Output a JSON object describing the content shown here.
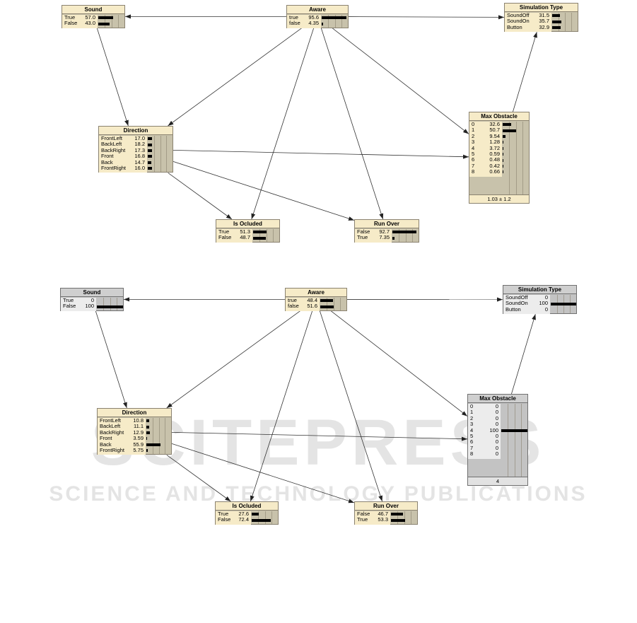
{
  "watermark": {
    "main": "SCITEPRESS",
    "sub": "SCIENCE AND TECHNOLOGY PUBLICATIONS"
  },
  "top": {
    "sound": {
      "title": "Sound",
      "states": [
        {
          "label": "True",
          "value": "57.0",
          "p": 57.0
        },
        {
          "label": "False",
          "value": "43.0",
          "p": 43.0
        }
      ]
    },
    "aware": {
      "title": "Aware",
      "states": [
        {
          "label": "true",
          "value": "95.6",
          "p": 95.6
        },
        {
          "label": "false",
          "value": "4.35",
          "p": 4.35
        }
      ]
    },
    "simtype": {
      "title": "Simulation Type",
      "states": [
        {
          "label": "SoundOff",
          "value": "31.5",
          "p": 31.5
        },
        {
          "label": "SoundOn",
          "value": "35.7",
          "p": 35.7
        },
        {
          "label": "Button",
          "value": "32.9",
          "p": 32.9
        }
      ]
    },
    "direction": {
      "title": "Direction",
      "states": [
        {
          "label": "FrontLeft",
          "value": "17.0",
          "p": 17.0
        },
        {
          "label": "BackLeft",
          "value": "18.2",
          "p": 18.2
        },
        {
          "label": "BackRight",
          "value": "17.3",
          "p": 17.3
        },
        {
          "label": "Front",
          "value": "16.8",
          "p": 16.8
        },
        {
          "label": "Back",
          "value": "14.7",
          "p": 14.7
        },
        {
          "label": "FrontRight",
          "value": "16.0",
          "p": 16.0
        }
      ]
    },
    "maxobstacle": {
      "title": "Max Obstacle",
      "states": [
        {
          "label": "0",
          "value": "32.6",
          "p": 32.6
        },
        {
          "label": "1",
          "value": "50.7",
          "p": 50.7
        },
        {
          "label": "2",
          "value": "9.54",
          "p": 9.54
        },
        {
          "label": "3",
          "value": "1.28",
          "p": 1.28
        },
        {
          "label": "4",
          "value": "3.72",
          "p": 3.72
        },
        {
          "label": "5",
          "value": "0.59",
          "p": 0.59
        },
        {
          "label": "6",
          "value": "0.48",
          "p": 0.48
        },
        {
          "label": "7",
          "value": "0.42",
          "p": 0.42
        },
        {
          "label": "8",
          "value": "0.66",
          "p": 0.66
        }
      ],
      "footer": "1.03 ± 1.2"
    },
    "isocluded": {
      "title": "Is Ocluded",
      "states": [
        {
          "label": "True",
          "value": "51.3",
          "p": 51.3
        },
        {
          "label": "False",
          "value": "48.7",
          "p": 48.7
        }
      ]
    },
    "runover": {
      "title": "Run Over",
      "states": [
        {
          "label": "False",
          "value": "92.7",
          "p": 92.7
        },
        {
          "label": "True",
          "value": "7.35",
          "p": 7.35
        }
      ]
    }
  },
  "bottom": {
    "sound": {
      "title": "Sound",
      "states": [
        {
          "label": "True",
          "value": "0",
          "p": 0
        },
        {
          "label": "False",
          "value": "100",
          "p": 100
        }
      ]
    },
    "aware": {
      "title": "Aware",
      "states": [
        {
          "label": "true",
          "value": "48.4",
          "p": 48.4
        },
        {
          "label": "false",
          "value": "51.6",
          "p": 51.6
        }
      ]
    },
    "simtype": {
      "title": "Simulation Type",
      "states": [
        {
          "label": "SoundOff",
          "value": "0",
          "p": 0
        },
        {
          "label": "SoundOn",
          "value": "100",
          "p": 100
        },
        {
          "label": "Button",
          "value": "0",
          "p": 0
        }
      ]
    },
    "direction": {
      "title": "Direction",
      "states": [
        {
          "label": "FrontLeft",
          "value": "10.8",
          "p": 10.8
        },
        {
          "label": "BackLeft",
          "value": "11.1",
          "p": 11.1
        },
        {
          "label": "BackRight",
          "value": "12.9",
          "p": 12.9
        },
        {
          "label": "Front",
          "value": "3.59",
          "p": 3.59
        },
        {
          "label": "Back",
          "value": "55.9",
          "p": 55.9
        },
        {
          "label": "FrontRight",
          "value": "5.75",
          "p": 5.75
        }
      ]
    },
    "maxobstacle": {
      "title": "Max Obstacle",
      "states": [
        {
          "label": "0",
          "value": "0",
          "p": 0
        },
        {
          "label": "1",
          "value": "0",
          "p": 0
        },
        {
          "label": "2",
          "value": "0",
          "p": 0
        },
        {
          "label": "3",
          "value": "0",
          "p": 0
        },
        {
          "label": "4",
          "value": "100",
          "p": 100
        },
        {
          "label": "5",
          "value": "0",
          "p": 0
        },
        {
          "label": "6",
          "value": "0",
          "p": 0
        },
        {
          "label": "7",
          "value": "0",
          "p": 0
        },
        {
          "label": "8",
          "value": "0",
          "p": 0
        }
      ],
      "footer": "4"
    },
    "isocluded": {
      "title": "Is Ocluded",
      "states": [
        {
          "label": "True",
          "value": "27.6",
          "p": 27.6
        },
        {
          "label": "False",
          "value": "72.4",
          "p": 72.4
        }
      ]
    },
    "runover": {
      "title": "Run Over",
      "states": [
        {
          "label": "False",
          "value": "46.7",
          "p": 46.7
        },
        {
          "label": "True",
          "value": "53.3",
          "p": 53.3
        }
      ]
    }
  },
  "edges": [
    {
      "from": "aware",
      "to": "sound"
    },
    {
      "from": "aware",
      "to": "simtype"
    },
    {
      "from": "aware",
      "to": "direction"
    },
    {
      "from": "aware",
      "to": "maxobstacle"
    },
    {
      "from": "aware",
      "to": "isocluded"
    },
    {
      "from": "aware",
      "to": "runover"
    },
    {
      "from": "sound",
      "to": "direction"
    },
    {
      "from": "direction",
      "to": "maxobstacle"
    },
    {
      "from": "direction",
      "to": "isocluded"
    },
    {
      "from": "direction",
      "to": "runover"
    },
    {
      "from": "maxobstacle",
      "to": "simtype"
    }
  ]
}
